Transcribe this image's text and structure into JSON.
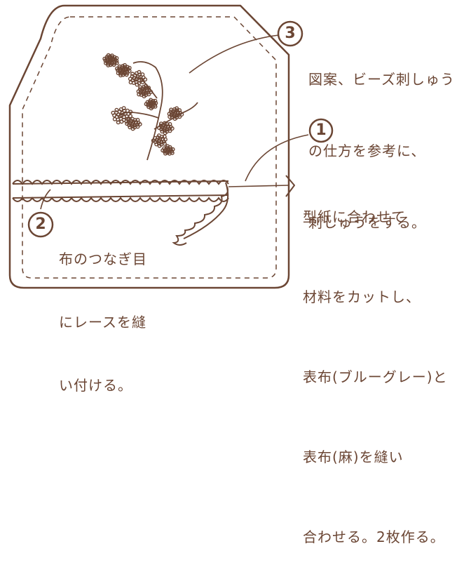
{
  "steps": [
    {
      "number": "3",
      "lines": [
        "図案、ビーズ刺しゅう",
        "の仕方を参考に、",
        "刺しゅうをする。"
      ]
    },
    {
      "number": "1",
      "lines": [
        "型紙に合わせて",
        "材料をカットし、",
        "表布(ブルーグレー)と",
        "表布(麻)を縫い",
        "合わせる。2枚作る。"
      ]
    },
    {
      "number": "2",
      "lines": [
        "布のつなぎ目",
        "にレースを縫",
        "い付ける。"
      ]
    }
  ],
  "colors": {
    "ink": "#6b4634",
    "paper": "#ffffff"
  }
}
